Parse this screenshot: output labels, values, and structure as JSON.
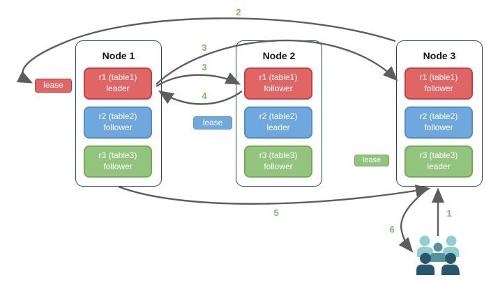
{
  "diagram": {
    "nodes": [
      {
        "title": "Node 1",
        "replicas": [
          {
            "line1": "r1 (table1)",
            "line2": "leader"
          },
          {
            "line1": "r2 (table2)",
            "line2": "follower"
          },
          {
            "line1": "r3 (table3)",
            "line2": "follower"
          }
        ]
      },
      {
        "title": "Node 2",
        "replicas": [
          {
            "line1": "r1 (table1)",
            "line2": "follower"
          },
          {
            "line1": "r2 (table2)",
            "line2": "leader"
          },
          {
            "line1": "r3 (table3)",
            "line2": "follower"
          }
        ]
      },
      {
        "title": "Node 3",
        "replicas": [
          {
            "line1": "r1 (table1)",
            "line2": "follower"
          },
          {
            "line1": "r2 (table2)",
            "line2": "follower"
          },
          {
            "line1": "r3 (table3)",
            "line2": "leader"
          }
        ]
      }
    ],
    "leases": [
      {
        "text": "lease",
        "color": "#e06666"
      },
      {
        "text": "lease",
        "color": "#6fa8dc"
      },
      {
        "text": "lease",
        "color": "#93c47d"
      }
    ],
    "arrow_labels": [
      {
        "id": "step-2",
        "text": "2"
      },
      {
        "id": "step-3-to-node3",
        "text": "3"
      },
      {
        "id": "step-3-to-node2",
        "text": "3"
      },
      {
        "id": "step-4",
        "text": "4"
      },
      {
        "id": "step-5",
        "text": "5"
      },
      {
        "id": "step-6",
        "text": "6"
      },
      {
        "id": "step-1",
        "text": "1"
      }
    ],
    "icons": {
      "users": "users-icon"
    }
  },
  "colors": {
    "replica_red": "#e06666",
    "replica_blue": "#6fa8dc",
    "replica_green": "#93c47d",
    "node_border": "#24466d",
    "arrow_gray": "#5d5d5d",
    "step_label_green": "#7cbb62",
    "users_light_teal": "#8ed0d2",
    "users_mid_teal": "#54939c",
    "users_dark_teal": "#27576c"
  }
}
